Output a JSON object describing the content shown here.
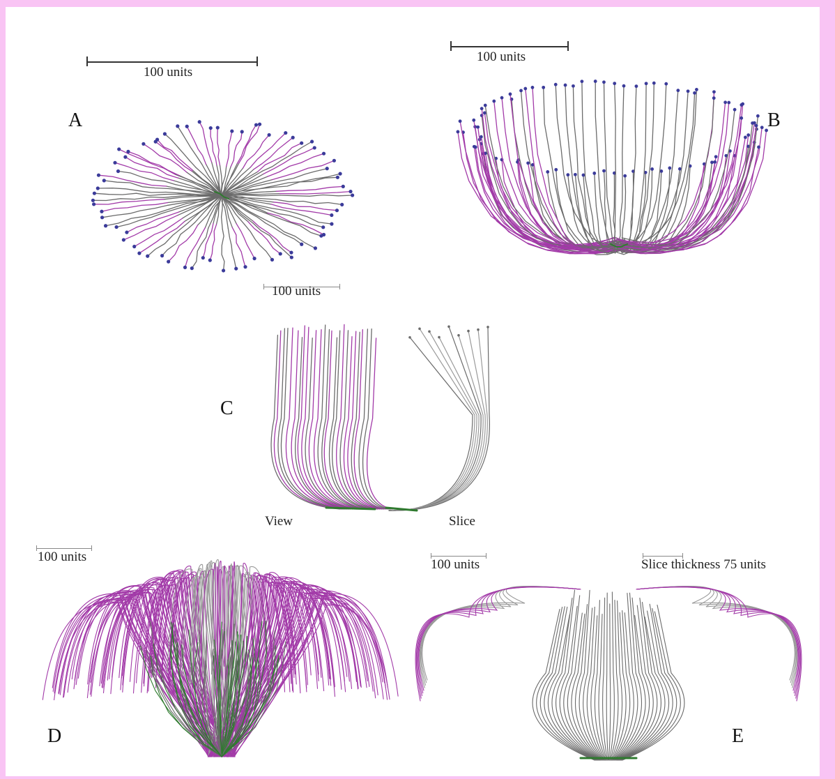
{
  "panels": {
    "a": {
      "letter": "A",
      "scale_label": "100 units"
    },
    "b": {
      "letter": "B",
      "scale_label": "100 units"
    },
    "c": {
      "letter": "C",
      "scale_label": "100 units",
      "view_label": "View",
      "slice_label": "Slice"
    },
    "d": {
      "letter": "D",
      "scale_label": "100 units"
    },
    "e": {
      "letter": "E",
      "scale_label": "100 units",
      "slice_label": "Slice thickness 75 units"
    }
  },
  "colors": {
    "frame": "#f9c4f4",
    "trunk": "#6b6b6b",
    "branch": "#a23aa8",
    "tip": "#3b3b9a",
    "root": "#2f7a2f",
    "light": "#9a9a9a"
  }
}
